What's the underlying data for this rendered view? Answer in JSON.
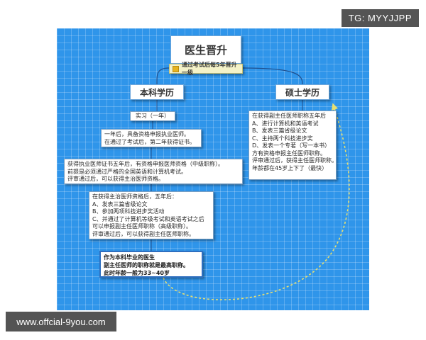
{
  "diagram": {
    "title": "医生晋升",
    "note": "通过考试后每5年晋升一级",
    "branches": {
      "bachelor": "本科学历",
      "master": "硕士学历"
    },
    "bachelor_path": {
      "internship": "实习（一年）",
      "year_one": [
        "一年后，具备资格申报执业医师。",
        "在通过了考试后，第二年获得证书。"
      ],
      "resident": [
        "获得执业医师证书五年后，有资格申报医师资格（中级职称）。",
        "前提是必须通过严格的全国英语和计算机考试。",
        "评审通过后，可以获得主治医师资格。"
      ],
      "attending": [
        "在获得主治医师资格后，五年后：",
        "A、发表三篇省级论文",
        "B、参加两项科技进步奖活动",
        "C、并通过了计算机等级考试和英语考试之后",
        "可以申报副主任医师职称（高级职称）。",
        "评审通过后，可以获得副主任医师职称。"
      ],
      "summary": [
        "作为本科毕业的医生",
        "副主任医师的职称就是最高职称。",
        "此时年龄一般为33~40岁"
      ]
    },
    "master_path": [
      "在获得副主任医师职称五年后",
      "A、进行计算机和英语考试",
      "B、发表三篇省级论文",
      "C、主持两个科技进步奖",
      "D、发表一个专著（写一本书）",
      "方有资格申报主任医师职称。",
      "评审通过后，获得主任医师职称。",
      "年龄都在45岁上下了（最快）"
    ]
  },
  "watermarks": {
    "top_right": "TG: MYYJJPP",
    "bottom_left": "www.offcial-9you.com"
  },
  "colors": {
    "canvas_background": "#2f95ea",
    "node_background": "#ffffff",
    "note_background": "#f4f2c8",
    "connector": "#1f4e8c",
    "dotted_arrow": "#e8e070",
    "watermark_background": "#545454"
  }
}
